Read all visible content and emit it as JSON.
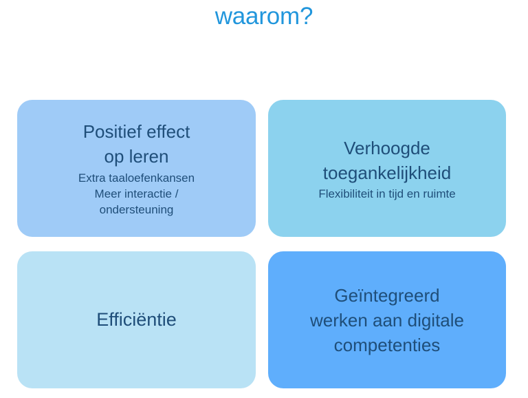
{
  "slide": {
    "title": "waarom?",
    "title_color": "#2196DC",
    "background_color": "#FFFFFF",
    "text_color": "#1F4E79"
  },
  "cards": [
    {
      "id": "positief-effect-op-leren",
      "heading": "Positief effect\nop leren",
      "subtitle": "Extra taaloefenkansen\nMeer interactie /\nondersteuning",
      "color": "#9FCBF7"
    },
    {
      "id": "verhoogde-toegankelijkheid",
      "heading": "Verhoogde\ntoegankelijkheid",
      "subtitle": "Flexibiliteit in tijd en ruimte",
      "color": "#8CD2EE"
    },
    {
      "id": "efficientie",
      "heading": "Efficiëntie",
      "subtitle": "",
      "color": "#B9E2F5"
    },
    {
      "id": "geintegreerd-werken-digitale-competenties",
      "heading": "Geïntegreerd\nwerken aan digitale\ncompetenties",
      "subtitle": "",
      "color": "#5FAEFC"
    }
  ]
}
